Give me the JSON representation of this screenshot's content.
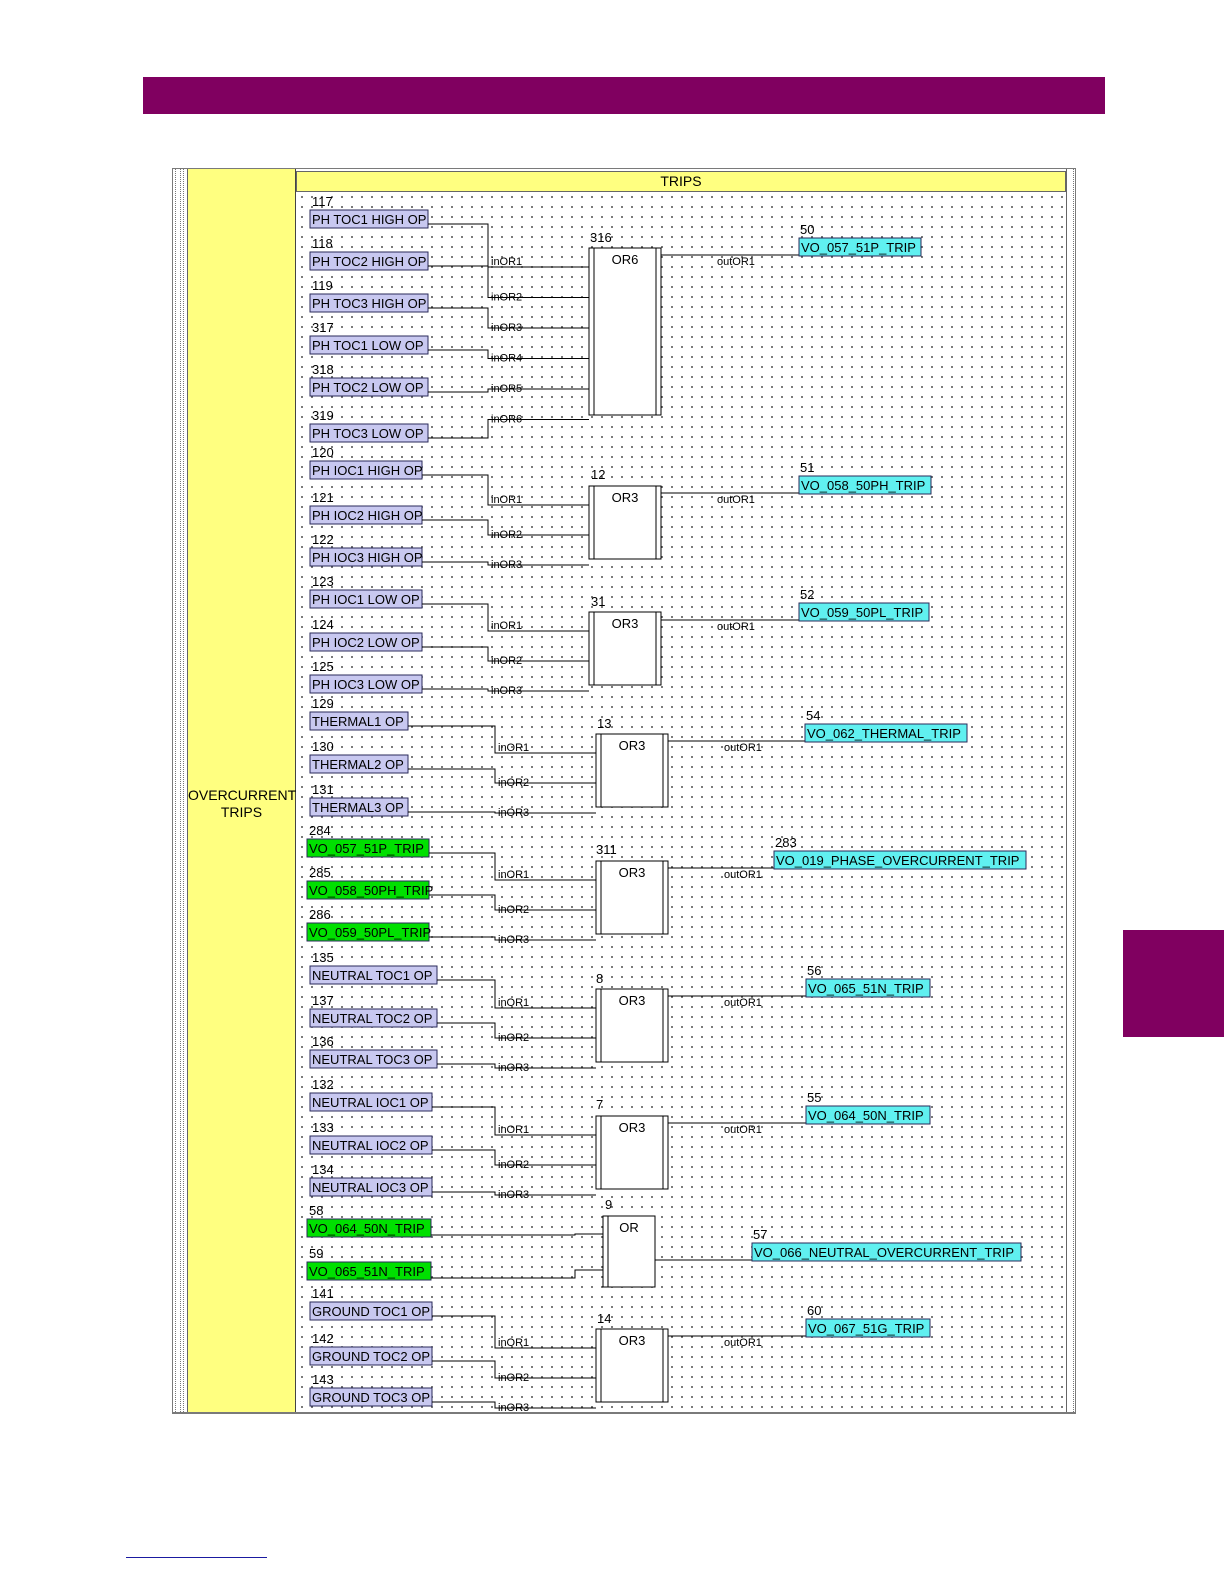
{
  "page": {
    "header_band_color": "#800060",
    "side_tab_color": "#800060"
  },
  "diagram": {
    "section_title": "TRIPS",
    "column_label": [
      "OVERCURRENT",
      "TRIPS"
    ],
    "colors": {
      "input_default": "#c8c8f0",
      "input_virtual": "#00e000",
      "output": "#60f0f0",
      "column_fill": "#ffff80",
      "wire": "#000000"
    },
    "groups": [
      {
        "gate": {
          "type": "OR6",
          "id": "316"
        },
        "output": {
          "id": "50",
          "label": "VO_057_51P_TRIP"
        },
        "inputs": [
          {
            "id": "117",
            "label": "PH TOC1 HIGH OP",
            "virtual": false
          },
          {
            "id": "118",
            "label": "PH TOC2 HIGH OP",
            "virtual": false
          },
          {
            "id": "119",
            "label": "PH TOC3 HIGH OP",
            "virtual": false
          },
          {
            "id": "317",
            "label": "PH TOC1 LOW OP",
            "virtual": false
          },
          {
            "id": "318",
            "label": "PH TOC2 LOW OP",
            "virtual": false
          },
          {
            "id": "319",
            "label": "PH TOC3 LOW OP",
            "virtual": false
          }
        ]
      },
      {
        "gate": {
          "type": "OR3",
          "id": "12"
        },
        "output": {
          "id": "51",
          "label": "VO_058_50PH_TRIP"
        },
        "inputs": [
          {
            "id": "120",
            "label": "PH IOC1 HIGH OP",
            "virtual": false
          },
          {
            "id": "121",
            "label": "PH IOC2 HIGH OP",
            "virtual": false
          },
          {
            "id": "122",
            "label": "PH IOC3 HIGH OP",
            "virtual": false
          }
        ]
      },
      {
        "gate": {
          "type": "OR3",
          "id": "31"
        },
        "output": {
          "id": "52",
          "label": "VO_059_50PL_TRIP"
        },
        "inputs": [
          {
            "id": "123",
            "label": "PH IOC1 LOW OP",
            "virtual": false
          },
          {
            "id": "124",
            "label": "PH IOC2 LOW OP",
            "virtual": false
          },
          {
            "id": "125",
            "label": "PH IOC3 LOW OP",
            "virtual": false
          }
        ]
      },
      {
        "gate": {
          "type": "OR3",
          "id": "13"
        },
        "output": {
          "id": "54",
          "label": "VO_062_THERMAL_TRIP"
        },
        "inputs": [
          {
            "id": "129",
            "label": "THERMAL1 OP",
            "virtual": false
          },
          {
            "id": "130",
            "label": "THERMAL2 OP",
            "virtual": false
          },
          {
            "id": "131",
            "label": "THERMAL3 OP",
            "virtual": false
          }
        ]
      },
      {
        "gate": {
          "type": "OR3",
          "id": "311"
        },
        "output": {
          "id": "283",
          "label": "VO_019_PHASE_OVERCURRENT_TRIP"
        },
        "inputs": [
          {
            "id": "284",
            "label": "VO_057_51P_TRIP",
            "virtual": true
          },
          {
            "id": "285",
            "label": "VO_058_50PH_TRIP",
            "virtual": true
          },
          {
            "id": "286",
            "label": "VO_059_50PL_TRIP",
            "virtual": true
          }
        ]
      },
      {
        "gate": {
          "type": "OR3",
          "id": "8"
        },
        "output": {
          "id": "56",
          "label": "VO_065_51N_TRIP"
        },
        "inputs": [
          {
            "id": "135",
            "label": "NEUTRAL TOC1 OP",
            "virtual": false
          },
          {
            "id": "137",
            "label": "NEUTRAL TOC2 OP",
            "virtual": false
          },
          {
            "id": "136",
            "label": "NEUTRAL TOC3 OP",
            "virtual": false
          }
        ]
      },
      {
        "gate": {
          "type": "OR3",
          "id": "7"
        },
        "output": {
          "id": "55",
          "label": "VO_064_50N_TRIP"
        },
        "inputs": [
          {
            "id": "132",
            "label": "NEUTRAL IOC1 OP",
            "virtual": false
          },
          {
            "id": "133",
            "label": "NEUTRAL IOC2 OP",
            "virtual": false
          },
          {
            "id": "134",
            "label": "NEUTRAL IOC3 OP",
            "virtual": false
          }
        ]
      },
      {
        "gate": {
          "type": "OR",
          "id": "9"
        },
        "output": {
          "id": "57",
          "label": "VO_066_NEUTRAL_OVERCURRENT_TRIP"
        },
        "inputs": [
          {
            "id": "58",
            "label": "VO_064_50N_TRIP",
            "virtual": true
          },
          {
            "id": "59",
            "label": "VO_065_51N_TRIP",
            "virtual": true
          }
        ]
      },
      {
        "gate": {
          "type": "OR3",
          "id": "14"
        },
        "output": {
          "id": "60",
          "label": "VO_067_51G_TRIP"
        },
        "inputs": [
          {
            "id": "141",
            "label": "GROUND TOC1 OP",
            "virtual": false
          },
          {
            "id": "142",
            "label": "GROUND TOC2 OP",
            "virtual": false
          },
          {
            "id": "143",
            "label": "GROUND TOC3 OP",
            "virtual": false
          }
        ]
      }
    ]
  }
}
